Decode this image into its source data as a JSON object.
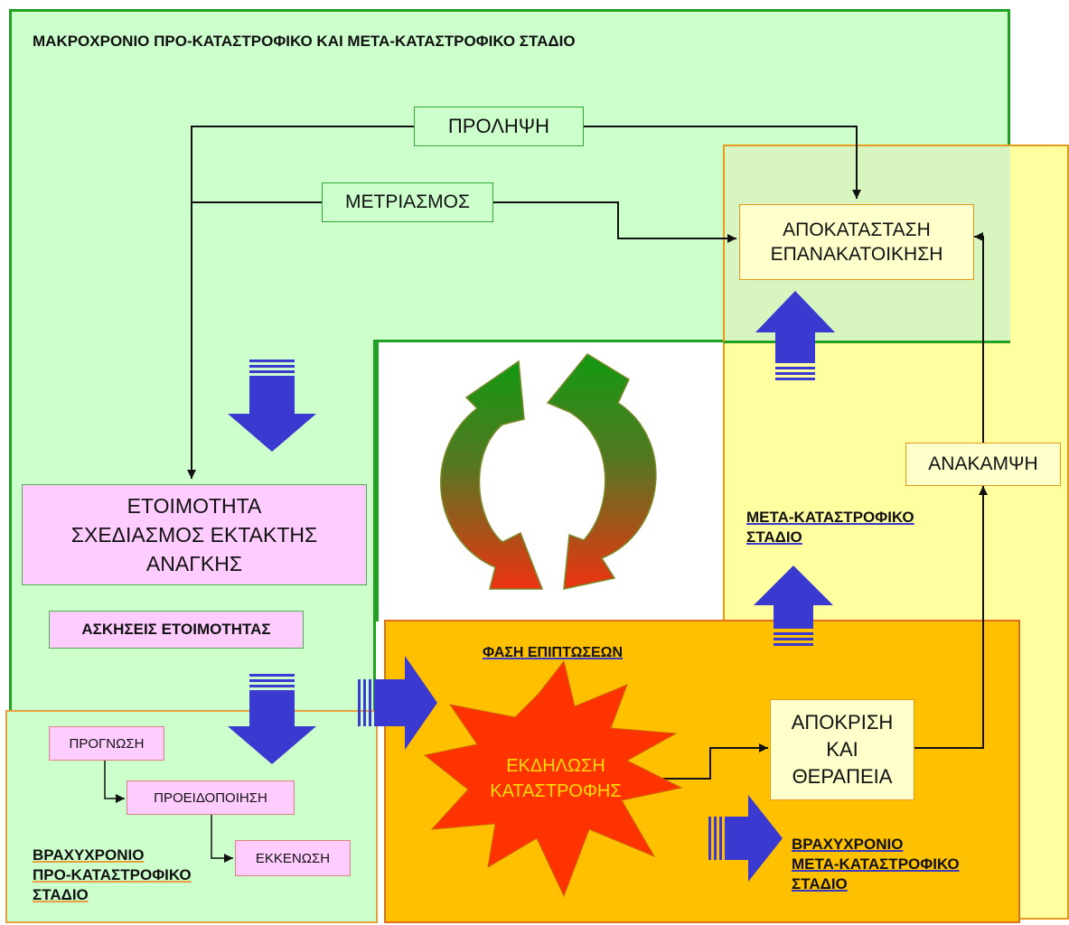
{
  "titles": {
    "long_term": "ΜΑΚΡΟΧΡΟΝΙΟ ΠΡΟ-ΚΑΤΑΣΤΡΟΦΙΚΟ ΚΑΙ ΜΕΤΑ-ΚΑΤΑΣΤΡΟΦΙΚΟ ΣΤΑΔΙΟ",
    "post_stage_line1": "ΜΕΤΑ-ΚΑΤΑΣΤΡΟΦΙΚΟ",
    "post_stage_line2": "ΣΤΑΔΙΟ",
    "impact_phase": "ΦΑΣΗ ΕΠΙΠΤΩΣΕΩΝ",
    "short_pre_line1": "ΒΡΑΧΥΧΡΟΝΙΟ",
    "short_pre_line2": "ΠΡΟ-ΚΑΤΑΣΤΡΟΦΙΚΟ",
    "short_pre_line3": "ΣΤΑΔΙΟ",
    "short_post_line1": "ΒΡΑΧΥΧΡΟΝΙΟ",
    "short_post_line2": "ΜΕΤΑ-ΚΑΤΑΣΤΡΟΦΙΚΟ",
    "short_post_line3": "ΣΤΑΔΙΟ"
  },
  "boxes": {
    "prevention": "ΠΡΟΛΗΨΗ",
    "mitigation": "ΜΕΤΡΙΑΣΜΟΣ",
    "restoration_line1": "ΑΠΟΚΑΤΑΣΤΑΣΗ",
    "restoration_line2": "ΕΠΑΝΑΚΑΤΟΙΚΗΣΗ",
    "preparedness_line1": "ΕΤΟΙΜΟΤΗΤΑ",
    "preparedness_line2": "ΣΧΕΔΙΑΣΜΟΣ ΕΚΤΑΚΤΗΣ",
    "preparedness_line3": "ΑΝΑΓΚΗΣ",
    "exercises": "ΑΣΚΗΣΕΙΣ ΕΤΟΙΜΟΤΗΤΑΣ",
    "recovery": "ΑΝΑΚΑΜΨΗ",
    "response_line1": "ΑΠΟΚΡΙΣΗ",
    "response_line2": "ΚΑΙ",
    "response_line3": "ΘΕΡΑΠΕΙΑ",
    "forecast": "ΠΡΟΓΝΩΣΗ",
    "warning": "ΠΡΟΕΙΔΟΠΟΙΗΣΗ",
    "evacuation": "ΕΚΚΕΝΩΣΗ",
    "disaster_line1": "ΕΚΔΗΛΩΣΗ",
    "disaster_line2": "ΚΑΤΑΣΤΡΟΦΗΣ"
  },
  "colors": {
    "long_term_region": "#ccffcc",
    "long_term_border": "#22a022",
    "post_region": "#ffffa0",
    "impact_region": "#ffc000",
    "short_pre_region": "#ccffcc",
    "block_arrow": "#3a3ad0",
    "cycle_top": "#119911",
    "cycle_bottom": "#ee3311",
    "burst_fill": "#ff3300",
    "burst_text": "#ffdd00"
  }
}
